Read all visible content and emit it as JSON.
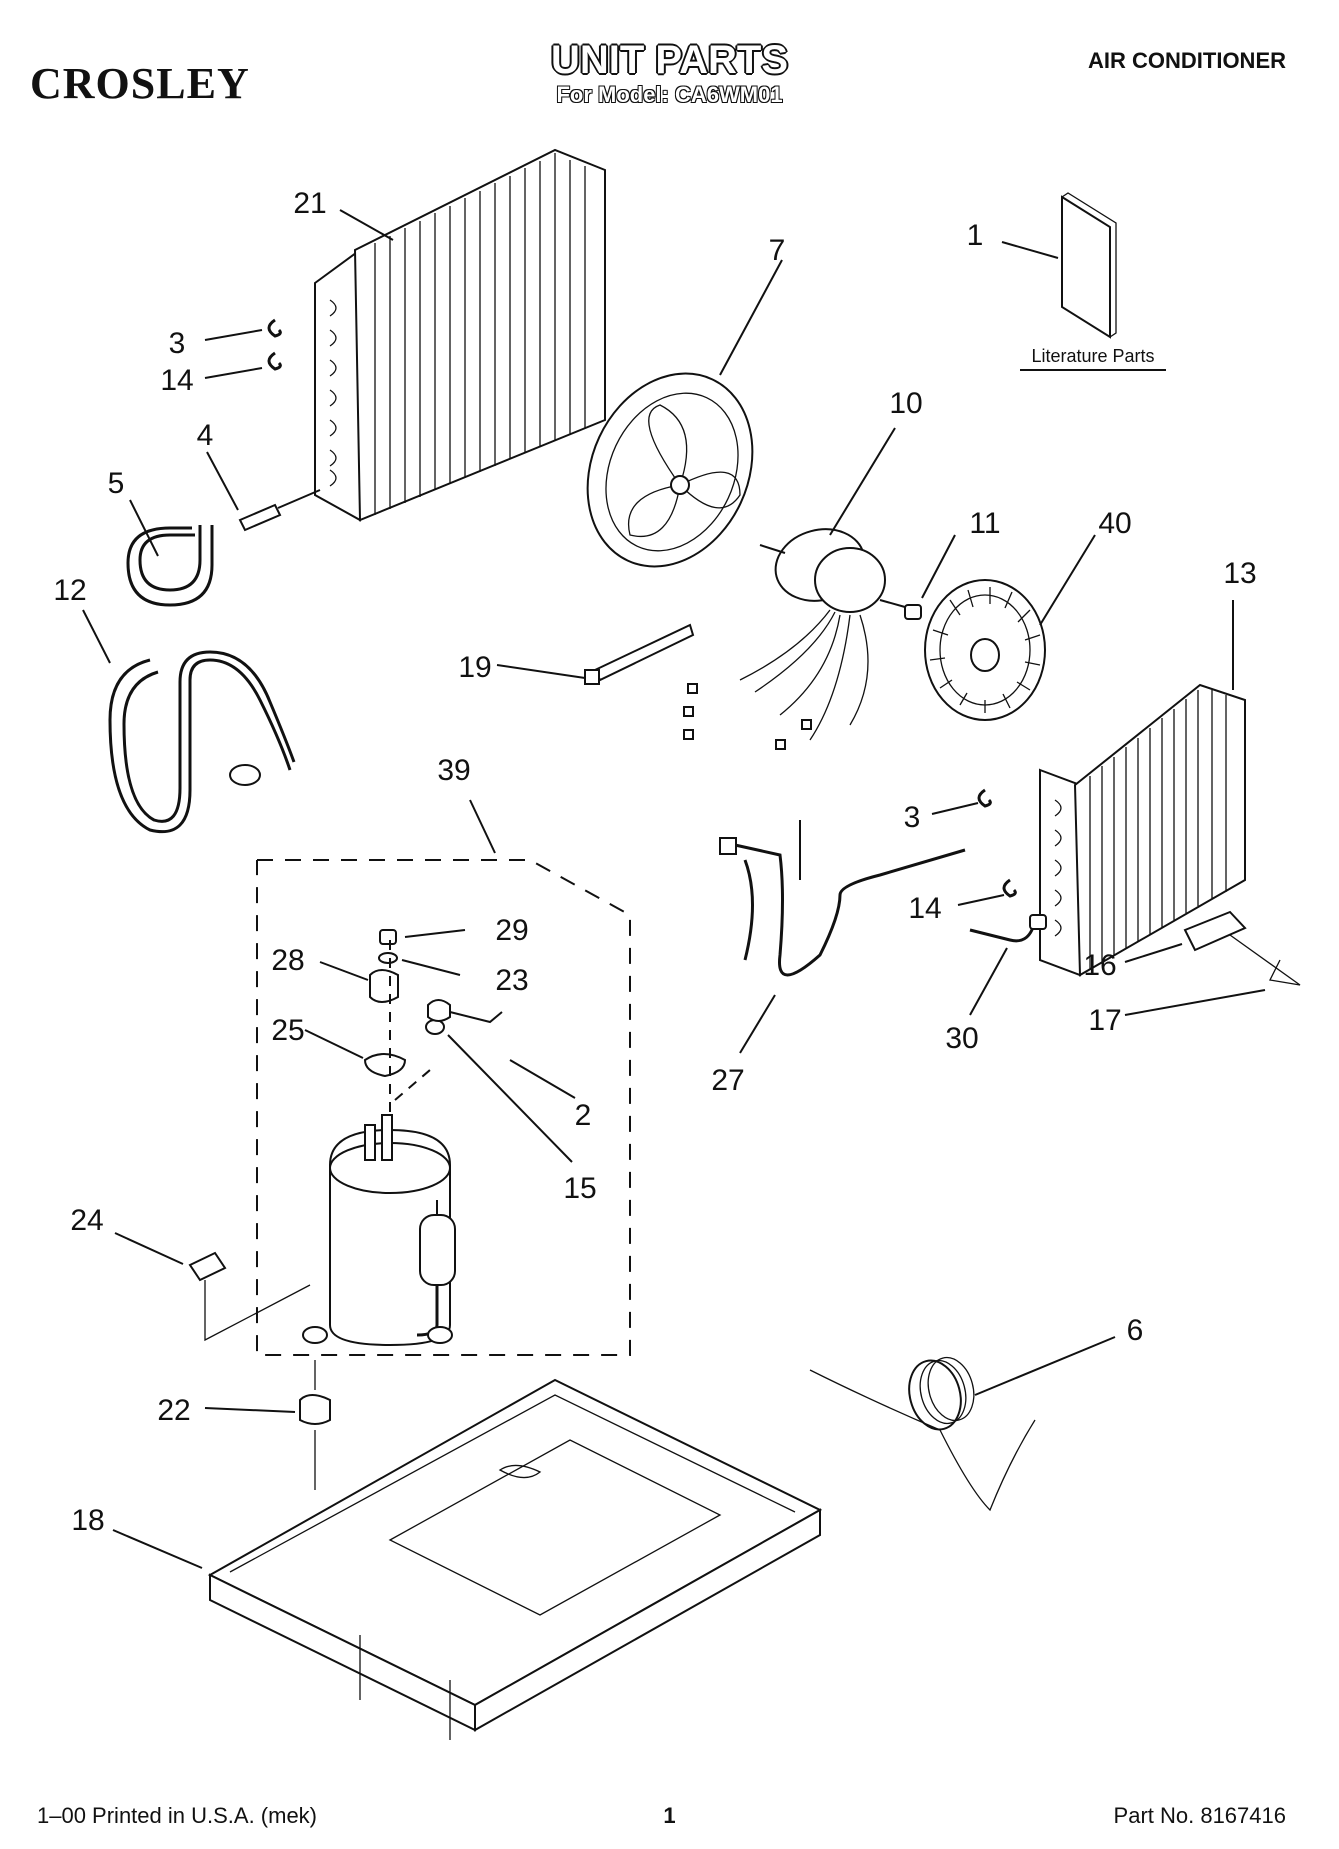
{
  "header": {
    "brand": "CROSLEY",
    "title": "UNIT PARTS",
    "model": "For Model: CA6WM01",
    "category": "AIR CONDITIONER"
  },
  "literature_label": "Literature Parts",
  "callouts": [
    {
      "id": "c21",
      "label": "21"
    },
    {
      "id": "c7",
      "label": "7"
    },
    {
      "id": "c1",
      "label": "1"
    },
    {
      "id": "c3a",
      "label": "3"
    },
    {
      "id": "c14a",
      "label": "14"
    },
    {
      "id": "c4",
      "label": "4"
    },
    {
      "id": "c5",
      "label": "5"
    },
    {
      "id": "c10",
      "label": "10"
    },
    {
      "id": "c11",
      "label": "11"
    },
    {
      "id": "c40",
      "label": "40"
    },
    {
      "id": "c13",
      "label": "13"
    },
    {
      "id": "c12",
      "label": "12"
    },
    {
      "id": "c19",
      "label": "19"
    },
    {
      "id": "c39",
      "label": "39"
    },
    {
      "id": "c3b",
      "label": "3"
    },
    {
      "id": "c29",
      "label": "29"
    },
    {
      "id": "c28",
      "label": "28"
    },
    {
      "id": "c23",
      "label": "23"
    },
    {
      "id": "c14b",
      "label": "14"
    },
    {
      "id": "c16",
      "label": "16"
    },
    {
      "id": "c25",
      "label": "25"
    },
    {
      "id": "c17",
      "label": "17"
    },
    {
      "id": "c30",
      "label": "30"
    },
    {
      "id": "c2",
      "label": "2"
    },
    {
      "id": "c27",
      "label": "27"
    },
    {
      "id": "c15",
      "label": "15"
    },
    {
      "id": "c24",
      "label": "24"
    },
    {
      "id": "c6",
      "label": "6"
    },
    {
      "id": "c22",
      "label": "22"
    },
    {
      "id": "c18",
      "label": "18"
    }
  ],
  "footer": {
    "printed": "1–00 Printed in U.S.A. (mek)",
    "page": "1",
    "part_no": "Part No. 8167416"
  }
}
